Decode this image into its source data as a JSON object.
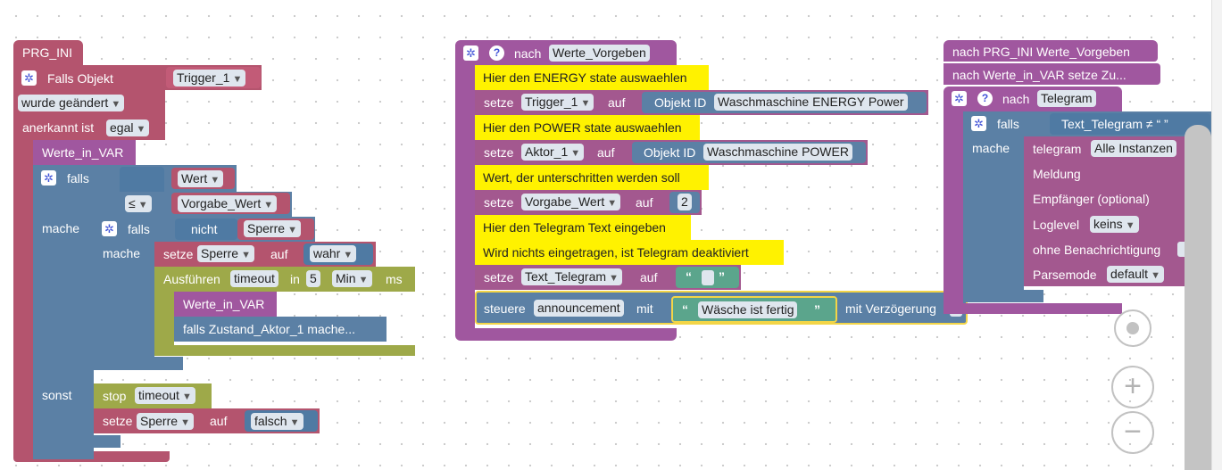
{
  "colors": {
    "event": "#a0579f",
    "trigger": "#b4546e",
    "logic": "#5b80a5",
    "timer": "#9ea949",
    "comment": "#fff200",
    "text": "#5ba58c",
    "highlight": "#f3d547"
  },
  "block1": {
    "func_name": "PRG_INI",
    "falls_objekt": "Falls Objekt",
    "trigger_var": "Trigger_1",
    "wurde_geaendert": "wurde geändert",
    "anerkannt": "anerkannt ist",
    "egal": "egal",
    "werte_in_var": "Werte_in_VAR",
    "falls": "falls",
    "wert": "Wert",
    "op": "≤",
    "vorgabe_wert": "Vorgabe_Wert",
    "mache": "mache",
    "falls2": "falls",
    "nicht": "nicht",
    "sperre": "Sperre",
    "mache2": "mache",
    "setze": "setze",
    "auf": "auf",
    "wahr": "wahr",
    "ausfuehren": "Ausführen",
    "timeout": "timeout",
    "in": "in",
    "num5": "5",
    "min": "Min",
    "ms": "ms",
    "call_werte": "Werte_in_VAR",
    "falls_zustand": "falls Zustand_Aktor_1 mache...",
    "sonst": "sonst",
    "stop": "stop",
    "timeout2": "timeout",
    "setze2": "setze",
    "sperre2": "Sperre",
    "auf2": "auf",
    "falsch": "falsch"
  },
  "block2": {
    "nach": "nach",
    "func_name": "Werte_Vorgeben",
    "c1": "Hier den ENERGY state auswaehlen",
    "setze1": "setze",
    "var1": "Trigger_1",
    "auf1": "auf",
    "objekt_id1": "Objekt ID",
    "oid1": "Waschmaschine ENERGY  Power",
    "c2": "Hier den POWER state auswaehlen",
    "setze2": "setze",
    "var2": "Aktor_1",
    "auf2": "auf",
    "objekt_id2": "Objekt ID",
    "oid2": "Waschmaschine POWER",
    "c3": "Wert, der unterschritten werden soll",
    "setze3": "setze",
    "var3": "Vorgabe_Wert",
    "auf3": "auf",
    "num3": "2",
    "c4": "Hier den Telegram Text eingeben",
    "c5": "Wird nichts eingetragen, ist Telegram deaktiviert",
    "setze4": "setze",
    "var4": "Text_Telegram",
    "auf4": "auf",
    "steuere": "steuere",
    "announcement": "announcement",
    "mit": "mit",
    "msg": "Wäsche ist fertig",
    "verzoegerung": "mit Verzögerung"
  },
  "block3": {
    "call1": "nach PRG_INI  Werte_Vorgeben",
    "call2": "nach Werte_in_VAR  setze Zu...",
    "nach": "nach",
    "func_name": "Telegram",
    "falls": "falls",
    "cond": "Text_Telegram ≠ “ ”",
    "mache": "mache",
    "telegram": "telegram",
    "instanzen": "Alle Instanzen",
    "meldung": "Meldung",
    "empfaenger": "Empfänger (optional)",
    "loglevel": "Loglevel",
    "keins": "keins",
    "ohne": "ohne Benachrichtigung",
    "parsemode": "Parsemode",
    "default": "default"
  }
}
